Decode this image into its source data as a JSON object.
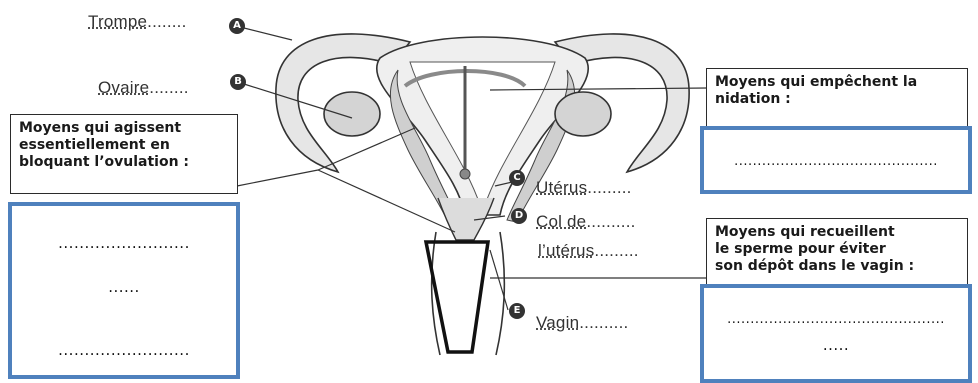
{
  "labels": {
    "a": {
      "text": "Trompe",
      "dots": "........",
      "marker": "A"
    },
    "b": {
      "text": "Ovaire",
      "dots": "........",
      "marker": "B"
    },
    "c": {
      "text": "Utérus",
      "dots": ".........",
      "marker": "C"
    },
    "d": {
      "text": "Col de",
      "dots": "..........",
      "marker": "D"
    },
    "d2": {
      "text": "l’utérus",
      "dots": ".........",
      "lead": ""
    },
    "e": {
      "text": "Vagin",
      "dots": "..........",
      "marker": "E"
    }
  },
  "boxes": {
    "ovulation": {
      "lines": [
        "Moyens qui agissent",
        "essentiellement en",
        "bloquant l’ovulation :"
      ],
      "answers": [
        ".........................",
        "......",
        "........................."
      ]
    },
    "nidation": {
      "lines": [
        "Moyens qui empêchent la",
        "nidation :"
      ],
      "answers": [
        "............................................"
      ]
    },
    "sperme": {
      "lines": [
        "Moyens qui recueillent",
        "le sperme pour éviter",
        "son dépôt dans le vagin :"
      ],
      "answers": [
        "...............................................",
        "....."
      ]
    }
  },
  "colors": {
    "box_border": "#4f81bd",
    "stroke": "#333333",
    "fill": "#dcdcdc"
  }
}
